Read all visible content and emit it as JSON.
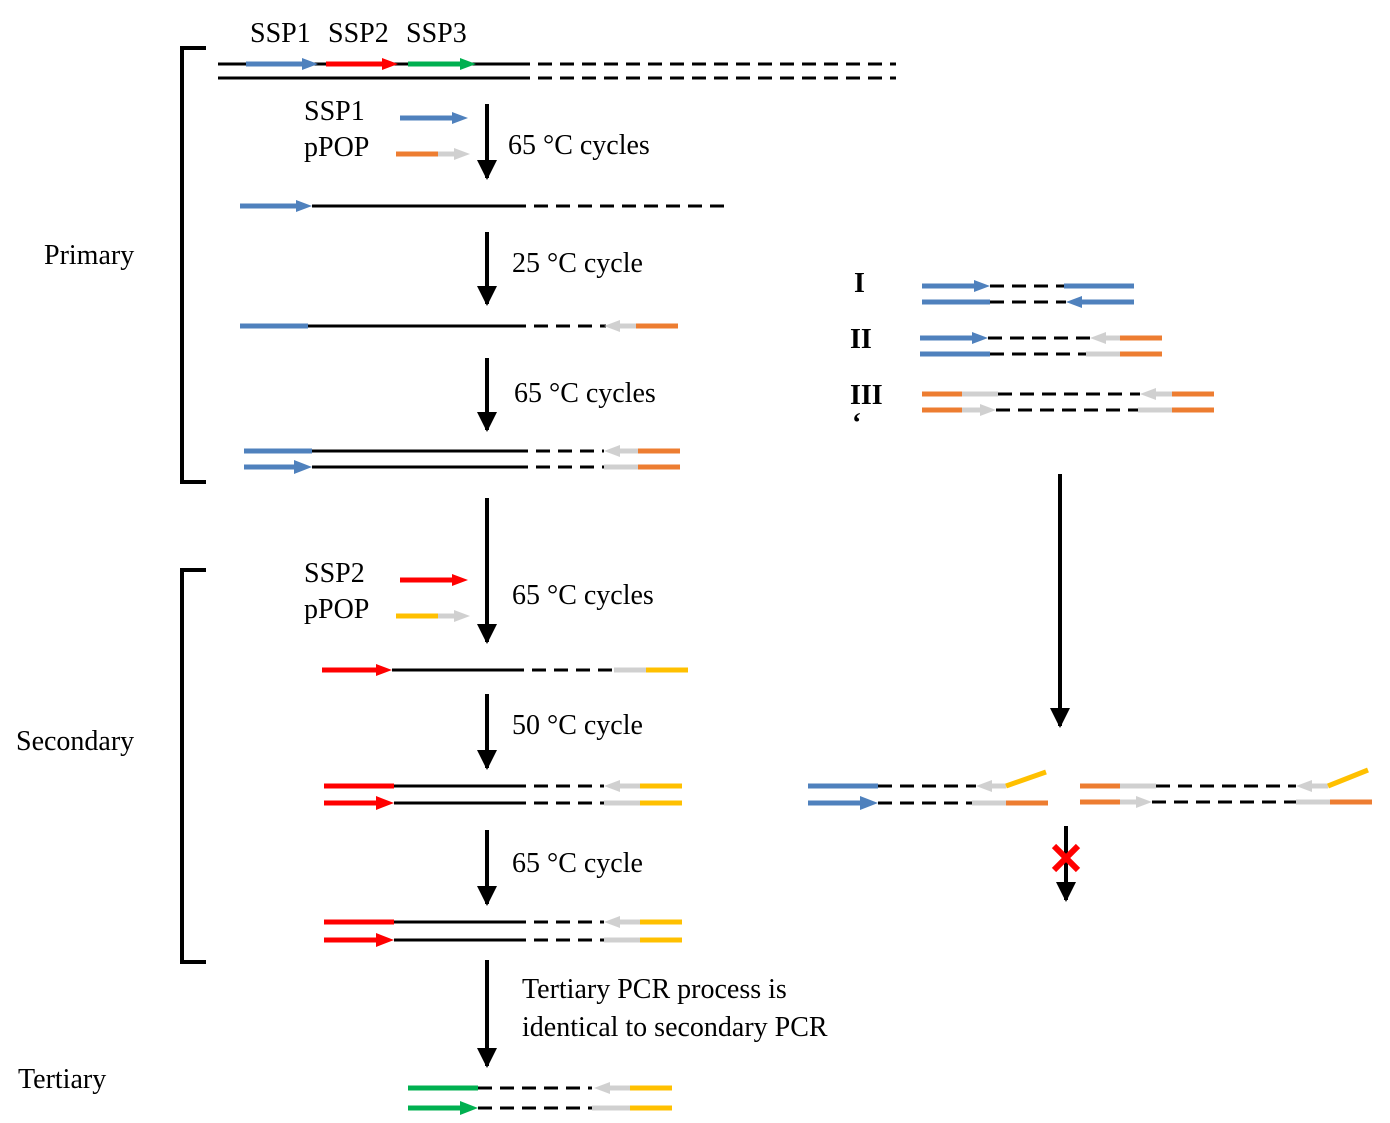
{
  "colors": {
    "ssp1": "#4f81bd",
    "ssp2": "#ff0000",
    "ssp3": "#00b050",
    "ppop_primary": "#ed7d31",
    "ppop_secondary": "#ffc000",
    "ppop_tail": "#d0d0d0",
    "strand": "#000000",
    "block": "#ff0000"
  },
  "primer_labels": {
    "ssp1": "SSP1",
    "ssp2": "SSP2",
    "ssp3": "SSP3"
  },
  "primary": {
    "stage_label": "Primary",
    "primer1_label": "SSP1",
    "primer2_label": "pPOP",
    "step1": "65 °C cycles",
    "step2": "25 °C cycle",
    "step3": "65 °C cycles"
  },
  "secondary": {
    "stage_label": "Secondary",
    "primer1_label": "SSP2",
    "primer2_label": "pPOP",
    "step1": "65 °C cycles",
    "step2": "50 °C cycle",
    "step3": "65 °C cycle"
  },
  "tertiary": {
    "stage_label": "Tertiary",
    "note_line1": "Tertiary PCR process is",
    "note_line2": "identical to secondary PCR"
  },
  "products": {
    "label_1": "I",
    "label_2": "II",
    "label_3": "III",
    "label_3_mark": "‘"
  },
  "icons": {
    "block": "red-x-icon"
  }
}
